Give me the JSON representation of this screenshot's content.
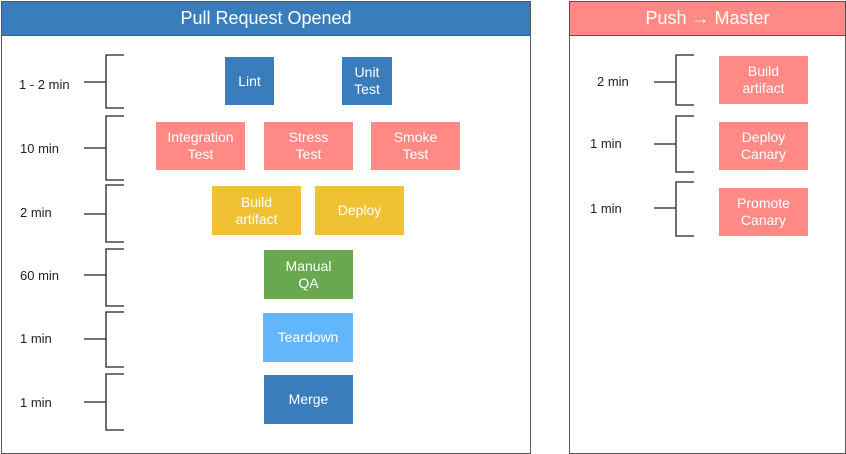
{
  "colors": {
    "header_blue": "#3a7dbd",
    "header_pink": "#ff8a85",
    "lint_blue": "#3a7dbd",
    "salmon": "#ff8a85",
    "amber": "#f0c233",
    "green": "#6aa84f",
    "light_blue": "#62b6fb",
    "merge_blue": "#3a7dbd"
  },
  "left_panel": {
    "title": "Pull Request Opened",
    "times": [
      "1 - 2 min",
      "10 min",
      "2 min",
      "60 min",
      "1 min",
      "1 min"
    ],
    "tasks": {
      "lint": "Lint",
      "unit_test": "Unit\nTest",
      "integration_test": "Integration\nTest",
      "stress_test": "Stress\nTest",
      "smoke_test": "Smoke\nTest",
      "build_artifact": "Build\nartifact",
      "deploy": "Deploy",
      "manual_qa": "Manual\nQA",
      "teardown": "Teardown",
      "merge": "Merge"
    }
  },
  "right_panel": {
    "title": "Push → Master",
    "times": [
      "2 min",
      "1 min",
      "1 min"
    ],
    "tasks": {
      "build_artifact": "Build\nartifact",
      "deploy_canary": "Deploy\nCanary",
      "promote_canary": "Promote\nCanary"
    }
  }
}
